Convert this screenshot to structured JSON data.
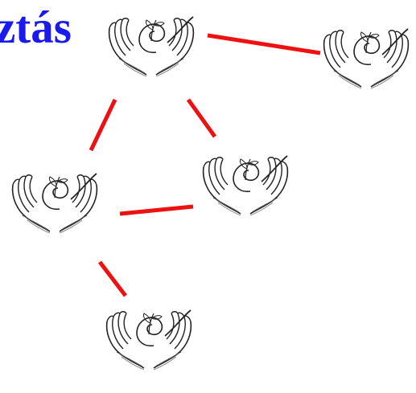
{
  "title": {
    "text": "ztás",
    "color": "#1a1aee"
  },
  "diagram": {
    "edge_color": "#ee1111",
    "icon": "hands-holding-sprout-icon",
    "nodes": [
      {
        "id": "node-top"
      },
      {
        "id": "node-right"
      },
      {
        "id": "node-mid-left"
      },
      {
        "id": "node-mid-right"
      },
      {
        "id": "node-bottom"
      }
    ],
    "edges": [
      {
        "from": "node-top",
        "to": "node-right"
      },
      {
        "from": "node-top",
        "to": "node-mid-left"
      },
      {
        "from": "node-top",
        "to": "node-mid-right"
      },
      {
        "from": "node-mid-left",
        "to": "node-mid-right"
      },
      {
        "from": "node-mid-left",
        "to": "node-bottom"
      }
    ]
  }
}
